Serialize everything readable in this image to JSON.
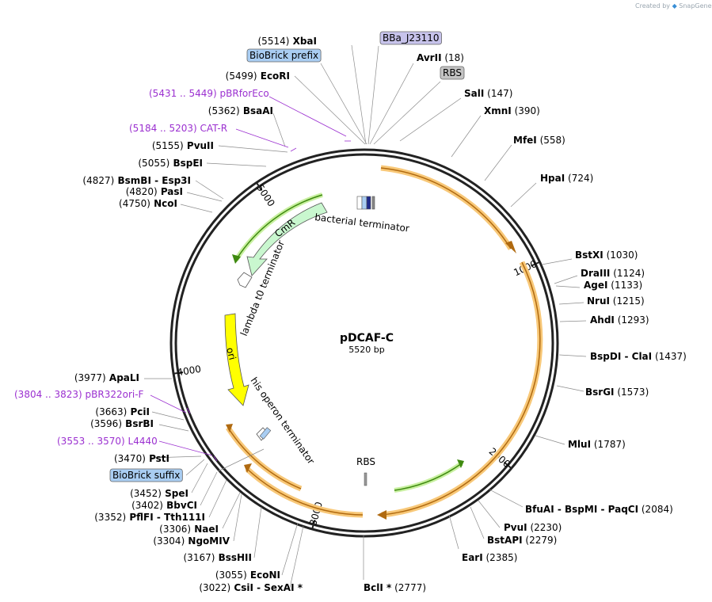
{
  "credit": {
    "created_by": "Created by",
    "brand": "SnapGene"
  },
  "plasmid": {
    "name": "pDCAF-C",
    "length_label": "5520 bp",
    "length": 5520
  },
  "ticks": [
    "1000",
    "2000",
    "3000",
    "4000",
    "5000"
  ],
  "feature_labels": {
    "cmr": "CmR",
    "ori": "ori",
    "bacterial_terminator": "bacterial terminator",
    "lambda_terminator": "lambda t0 terminator",
    "his_terminator": "his operon terminator",
    "rbs": "RBS"
  },
  "site_labels": [
    {
      "pos": "(5514)",
      "name": "XbaI"
    },
    {
      "box": "BBa_J23110"
    },
    {
      "name": "AvrII",
      "pos": "(18)"
    },
    {
      "box": "BioBrick prefix"
    },
    {
      "pos": "(5499)",
      "name": "EcoRI"
    },
    {
      "box": "RBS"
    },
    {
      "primer": "(5431 .. 5449)  pBRforEco"
    },
    {
      "name": "SalI",
      "pos": "(147)"
    },
    {
      "pos": "(5362)",
      "name": "BsaAI"
    },
    {
      "name": "XmnI",
      "pos": "(390)"
    },
    {
      "primer": "(5184 .. 5203)  CAT-R"
    },
    {
      "name": "MfeI",
      "pos": "(558)"
    },
    {
      "pos": "(5155)",
      "name": "PvuII"
    },
    {
      "pos": "(5055)",
      "name": "BspEI"
    },
    {
      "name": "HpaI",
      "pos": "(724)"
    },
    {
      "pos": "(4827)",
      "name": "BsmBI  - Esp3I"
    },
    {
      "pos": "(4820)",
      "name": "PasI"
    },
    {
      "pos": "(4750)",
      "name": "NcoI"
    },
    {
      "name": "BstXI",
      "pos": "(1030)"
    },
    {
      "name": "DraIII",
      "pos": "(1124)"
    },
    {
      "name": "AgeI",
      "pos": "(1133)"
    },
    {
      "name": "NruI",
      "pos": "(1215)"
    },
    {
      "name": "AhdI",
      "pos": "(1293)"
    },
    {
      "name": "BspDI  - ClaI",
      "pos": "(1437)"
    },
    {
      "name": "BsrGI",
      "pos": "(1573)"
    },
    {
      "name": "MluI",
      "pos": "(1787)"
    },
    {
      "name": "BfuAI  - BspMI  - PaqCI",
      "pos": "(2084)"
    },
    {
      "name": "PvuI",
      "pos": "(2230)"
    },
    {
      "name": "BstAPI",
      "pos": "(2279)"
    },
    {
      "name": "EarI",
      "pos": "(2385)"
    },
    {
      "name": "BclI *",
      "pos": "(2777)"
    },
    {
      "pos": "(3977)",
      "name": "ApaLI"
    },
    {
      "primer": "(3804 .. 3823)  pBR322ori-F"
    },
    {
      "pos": "(3663)",
      "name": "PciI"
    },
    {
      "pos": "(3596)",
      "name": "BsrBI"
    },
    {
      "primer": "(3553 .. 3570)  L4440"
    },
    {
      "pos": "(3470)",
      "name": "PstI"
    },
    {
      "box": "BioBrick suffix"
    },
    {
      "pos": "(3452)",
      "name": "SpeI"
    },
    {
      "pos": "(3402)",
      "name": "BbvCI"
    },
    {
      "pos": "(3352)",
      "name": "PflFI  - Tth111I"
    },
    {
      "pos": "(3306)",
      "name": "NaeI"
    },
    {
      "pos": "(3304)",
      "name": "NgoMIV"
    },
    {
      "pos": "(3167)",
      "name": "BssHII"
    },
    {
      "pos": "(3055)",
      "name": "EcoNI"
    },
    {
      "pos": "(3022)",
      "name": "CsiI  - SexAI *"
    }
  ],
  "colors": {
    "backbone": "#222222",
    "orange_feature": "#f5a623",
    "green_feature": "#7ed957",
    "cmr_fill": "#c9f7cf",
    "ori_fill": "#ffff00",
    "primer": "#9b30d0",
    "box_blue": "#a9cdf2",
    "box_gray": "#c4c4c4",
    "box_purple": "#c7c3eb"
  }
}
